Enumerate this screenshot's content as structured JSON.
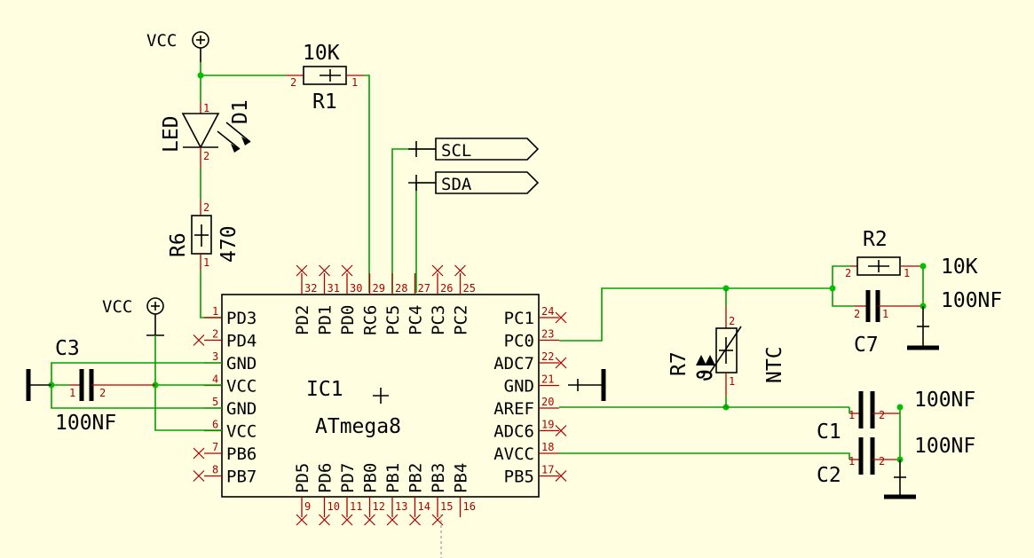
{
  "colors": {
    "background": "#fffee0",
    "wire": "#00a000",
    "pin": "#b00000",
    "component": "#000000"
  },
  "power": {
    "vcc1": "VCC",
    "vcc2": "VCC"
  },
  "r1": {
    "name": "R1",
    "value": "10K",
    "pin_left": "2",
    "pin_right": "1"
  },
  "d1": {
    "name": "D1",
    "type": "LED",
    "pin_top": "1",
    "pin_bottom": "2"
  },
  "r6": {
    "name": "R6",
    "value": "470",
    "pin_top": "2",
    "pin_bottom": "1"
  },
  "labels": {
    "scl": "SCL",
    "sda": "SDA"
  },
  "ic1": {
    "name": "IC1",
    "value": "ATmega8",
    "left_pins": [
      {
        "num": "1",
        "name": "PD3"
      },
      {
        "num": "2",
        "name": "PD4"
      },
      {
        "num": "3",
        "name": "GND"
      },
      {
        "num": "4",
        "name": "VCC"
      },
      {
        "num": "5",
        "name": "GND"
      },
      {
        "num": "6",
        "name": "VCC"
      },
      {
        "num": "7",
        "name": "PB6"
      },
      {
        "num": "8",
        "name": "PB7"
      }
    ],
    "top_pins": [
      {
        "num": "32",
        "name": "PD2"
      },
      {
        "num": "31",
        "name": "PD1"
      },
      {
        "num": "30",
        "name": "PD0"
      },
      {
        "num": "29",
        "name": "RC6"
      },
      {
        "num": "28",
        "name": "PC5"
      },
      {
        "num": "27",
        "name": "PC4"
      },
      {
        "num": "26",
        "name": "PC3"
      },
      {
        "num": "25",
        "name": "PC2"
      }
    ],
    "right_pins": [
      {
        "num": "24",
        "name": "PC1"
      },
      {
        "num": "23",
        "name": "PC0"
      },
      {
        "num": "22",
        "name": "ADC7"
      },
      {
        "num": "21",
        "name": "GND"
      },
      {
        "num": "20",
        "name": "AREF"
      },
      {
        "num": "19",
        "name": "ADC6"
      },
      {
        "num": "18",
        "name": "AVCC"
      },
      {
        "num": "17",
        "name": "PB5"
      }
    ],
    "bottom_pins": [
      {
        "num": "9",
        "name": "PD5"
      },
      {
        "num": "10",
        "name": "PD6"
      },
      {
        "num": "11",
        "name": "PD7"
      },
      {
        "num": "12",
        "name": "PB0"
      },
      {
        "num": "13",
        "name": "PB1"
      },
      {
        "num": "14",
        "name": "PB2"
      },
      {
        "num": "15",
        "name": "PB3"
      },
      {
        "num": "16",
        "name": "PB4"
      }
    ]
  },
  "c3": {
    "name": "C3",
    "value": "100NF",
    "pin_left": "1",
    "pin_right": "2"
  },
  "r2": {
    "name": "R2",
    "value": "10K",
    "pin_left": "2",
    "pin_right": "1"
  },
  "c7": {
    "name": "C7",
    "value": "100NF",
    "pin_left": "2",
    "pin_right": "1"
  },
  "r7": {
    "name": "R7",
    "value": "NTC",
    "symbol": "ϑ",
    "pin_top": "2",
    "pin_bottom": "1"
  },
  "c1": {
    "name": "C1",
    "value": "100NF",
    "pin_left": "1",
    "pin_right": "2"
  },
  "c2": {
    "name": "C2",
    "value": "100NF",
    "pin_left": "1",
    "pin_right": "2"
  }
}
